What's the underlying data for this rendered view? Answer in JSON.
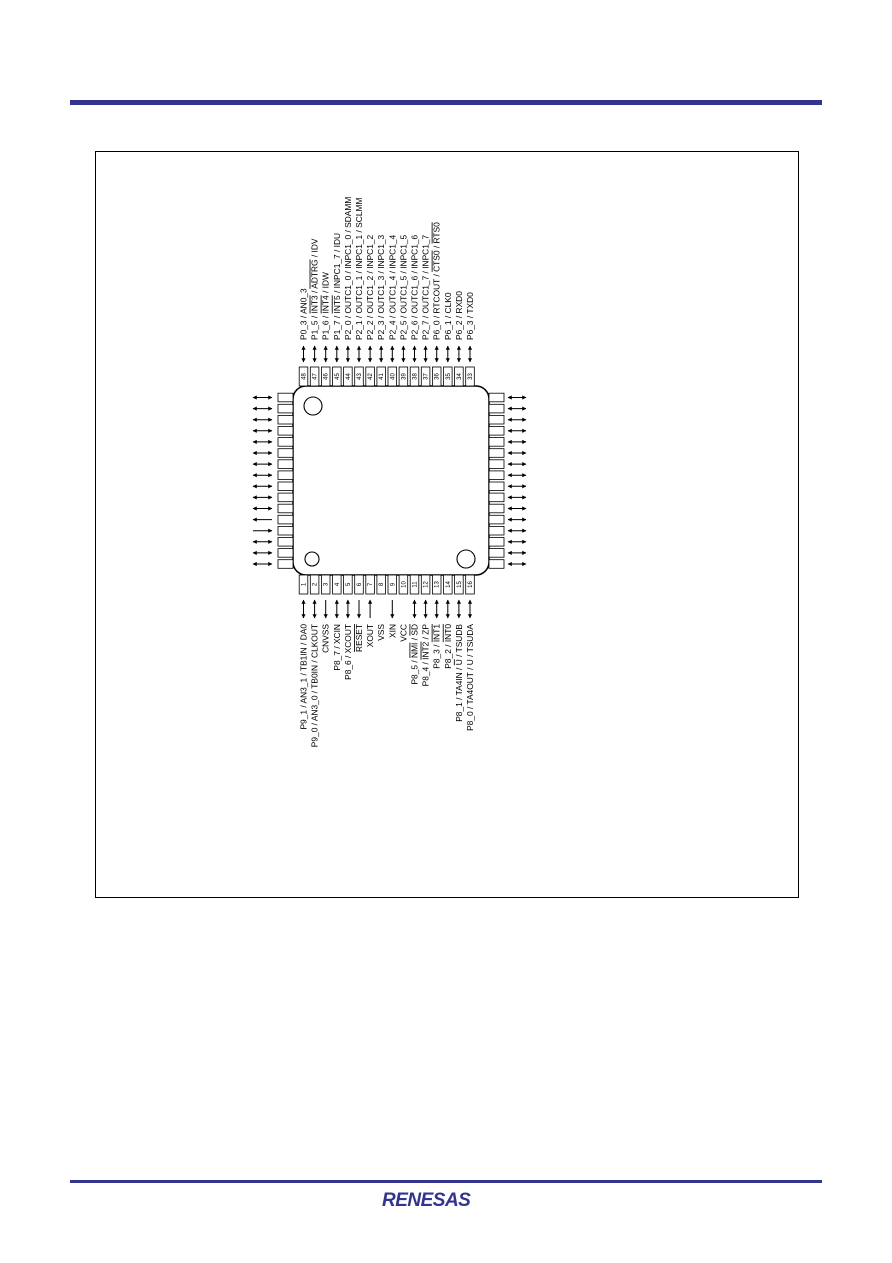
{
  "brand": {
    "logo_text": "RENESAS",
    "color": "#33348e"
  },
  "package": {
    "pins_bottom": [
      {
        "num": "1",
        "label": "P9_1 / AN3_1 / TB1IN / DA0",
        "dir": "bi",
        "overline": []
      },
      {
        "num": "2",
        "label": "P9_0 / AN3_0 / TB0IN / CLKOUT",
        "dir": "bi",
        "overline": []
      },
      {
        "num": "3",
        "label": "CNVSS",
        "dir": "in",
        "overline": []
      },
      {
        "num": "4",
        "label": "P8_7 / XCIN",
        "dir": "bi",
        "overline": []
      },
      {
        "num": "5",
        "label": "P8_6 / XCOUT",
        "dir": "bi",
        "overline": []
      },
      {
        "num": "6",
        "label": "RESET",
        "dir": "in",
        "overline": [
          "RESET"
        ]
      },
      {
        "num": "7",
        "label": "XOUT",
        "dir": "out",
        "overline": []
      },
      {
        "num": "8",
        "label": "VSS",
        "dir": "none",
        "overline": []
      },
      {
        "num": "9",
        "label": "XIN",
        "dir": "in",
        "overline": []
      },
      {
        "num": "10",
        "label": "VCC",
        "dir": "none",
        "overline": []
      },
      {
        "num": "11",
        "label": "P8_5 / NMI / SD",
        "dir": "bi",
        "overline": [
          "NMI",
          "SD"
        ]
      },
      {
        "num": "12",
        "label": "P8_4 / INT2 / ZP",
        "dir": "bi",
        "overline": [
          "INT2"
        ]
      },
      {
        "num": "13",
        "label": "P8_3 / INT1",
        "dir": "bi",
        "overline": [
          "INT1"
        ]
      },
      {
        "num": "14",
        "label": "P8_2 / INT0",
        "dir": "bi",
        "overline": [
          "INT0"
        ]
      },
      {
        "num": "15",
        "label": "P8_1 / TA4IN / U / TSUDB",
        "dir": "bi",
        "overline": [
          "U"
        ]
      },
      {
        "num": "16",
        "label": "P8_0 / TA4OUT / U / TSUDA",
        "dir": "bi",
        "overline": []
      }
    ],
    "pins_top": [
      {
        "num": "48",
        "label": "P0_3 / AN0_3",
        "dir": "bi",
        "overline": []
      },
      {
        "num": "47",
        "label": "P1_5 / INT3 / ADTRG / IDV",
        "dir": "bi",
        "overline": [
          "INT3",
          "ADTRG"
        ]
      },
      {
        "num": "46",
        "label": "P1_6 / INT4 / IDW",
        "dir": "bi",
        "overline": [
          "INT4"
        ]
      },
      {
        "num": "45",
        "label": "P1_7 / INT5 / INPC1_7 / IDU",
        "dir": "bi",
        "overline": [
          "INT5"
        ]
      },
      {
        "num": "44",
        "label": "P2_0 / OUTC1_0 / INPC1_0 / SDAMM",
        "dir": "bi",
        "overline": []
      },
      {
        "num": "43",
        "label": "P2_1 / OUTC1_1 / INPC1_1 / SCLMM",
        "dir": "bi",
        "overline": []
      },
      {
        "num": "42",
        "label": "P2_2 / OUTC1_2 / INPC1_2",
        "dir": "bi",
        "overline": []
      },
      {
        "num": "41",
        "label": "P2_3 / OUTC1_3 / INPC1_3",
        "dir": "bi",
        "overline": []
      },
      {
        "num": "40",
        "label": "P2_4 / OUTC1_4 / INPC1_4",
        "dir": "bi",
        "overline": []
      },
      {
        "num": "39",
        "label": "P2_5 / OUTC1_5 / INPC1_5",
        "dir": "bi",
        "overline": []
      },
      {
        "num": "38",
        "label": "P2_6 / OUTC1_6 / INPC1_6",
        "dir": "bi",
        "overline": []
      },
      {
        "num": "37",
        "label": "P2_7 / OUTC1_7 / INPC1_7",
        "dir": "bi",
        "overline": []
      },
      {
        "num": "36",
        "label": "P6_0 / RTCOUT / CTS0 / RTS0",
        "dir": "bi",
        "overline": [
          "CTS0",
          "RTS0"
        ]
      },
      {
        "num": "35",
        "label": "P6_1 / CLK0",
        "dir": "bi",
        "overline": []
      },
      {
        "num": "34",
        "label": "P6_2 / RXD0",
        "dir": "bi",
        "overline": []
      },
      {
        "num": "33",
        "label": "P6_3 / TXD0",
        "dir": "bi",
        "overline": []
      }
    ],
    "left_arrows": [
      "bi",
      "bi",
      "bi",
      "bi",
      "bi",
      "bi",
      "bi",
      "bi",
      "bi",
      "bi",
      "bi",
      "out",
      "in",
      "bi",
      "bi",
      "bi"
    ],
    "right_arrows": [
      "bi",
      "bi",
      "bi",
      "bi",
      "bi",
      "bi",
      "bi",
      "bi",
      "bi",
      "bi",
      "bi",
      "bi",
      "bi",
      "bi",
      "bi",
      "bi"
    ]
  }
}
